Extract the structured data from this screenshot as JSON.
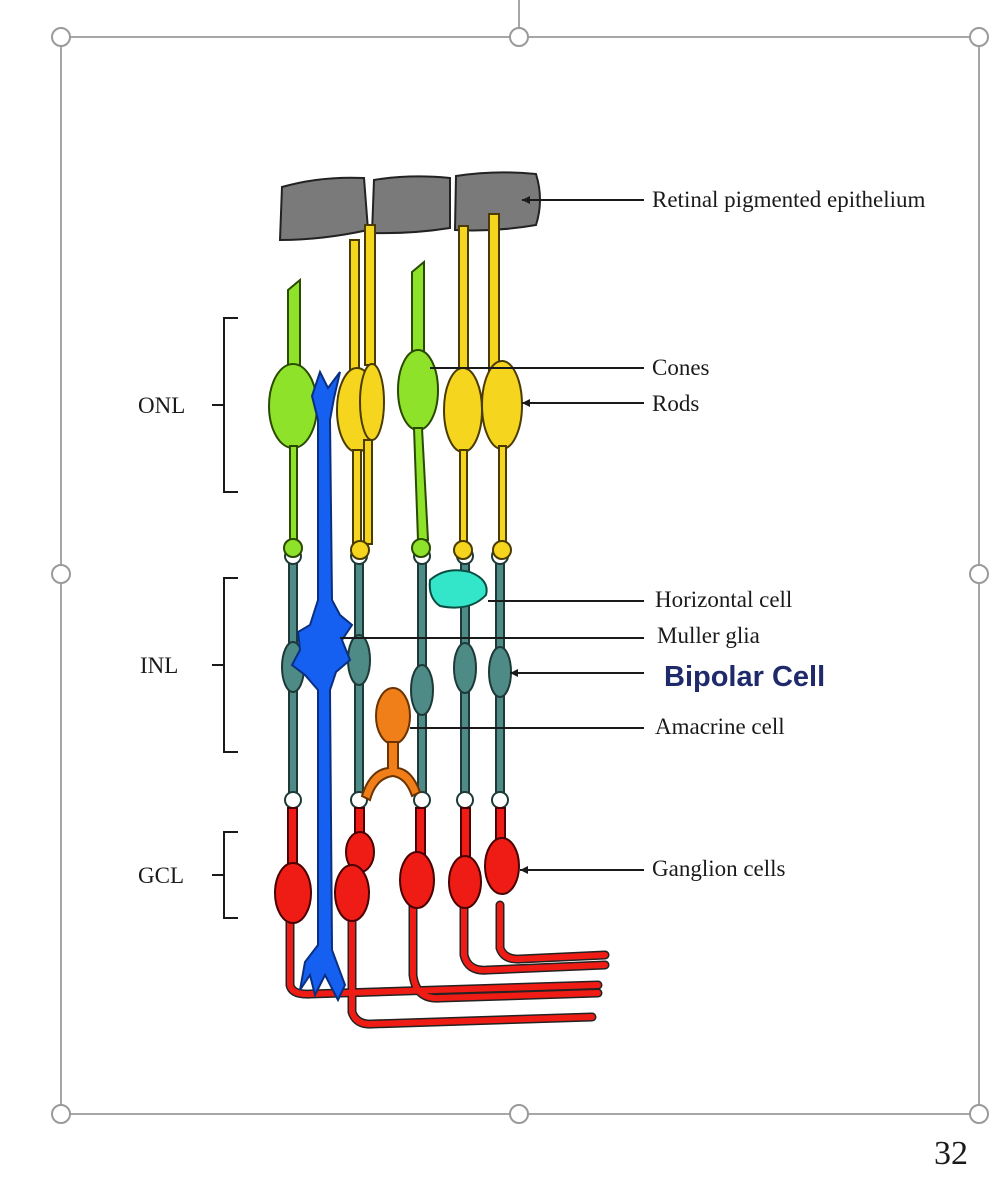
{
  "diagram": {
    "labels": {
      "rpe": "Retinal pigmented epithelium",
      "cones": "Cones",
      "rods": "Rods",
      "horizontal": "Horizontal cell",
      "muller": "Muller glia",
      "bipolar": "Bipolar Cell",
      "amacrine": "Amacrine cell",
      "ganglion": "Ganglion cells"
    },
    "layers": {
      "onl": "ONL",
      "inl": "INL",
      "gcl": "GCL"
    },
    "colors": {
      "rpe": "#7a7a7a",
      "cone": "#8ee22a",
      "rod": "#f5d51e",
      "bipolar": "#4e8b87",
      "muller": "#1560f0",
      "horizontal": "#33e6c9",
      "amacrine": "#f07f1a",
      "ganglion": "#ee1c14",
      "selection": "#a6a6a6"
    }
  },
  "slide": {
    "page_number": "32"
  }
}
